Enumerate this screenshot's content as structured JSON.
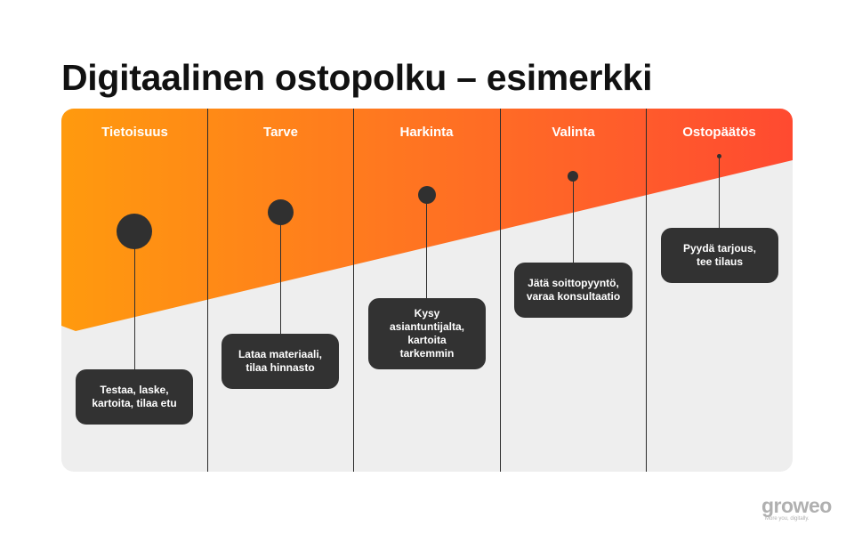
{
  "title": "Digitaalinen ostopolku – esimerkki",
  "stages": [
    {
      "label": "Tietoisuus",
      "action": "Testaa, laske,\nkartoita, tilaa etu"
    },
    {
      "label": "Tarve",
      "action": "Lataa materiaali,\ntilaa hinnasto"
    },
    {
      "label": "Harkinta",
      "action": "Kysy\nasiantuntijalta,\nkartoita\ntarkemmin"
    },
    {
      "label": "Valinta",
      "action": "Jätä soittopyyntö,\nvaraa konsultaatio"
    },
    {
      "label": "Ostopäätös",
      "action": "Pyydä tarjous,\ntee tilaus"
    }
  ],
  "colors": {
    "gradient_start": "#ff9a0e",
    "gradient_end": "#ff4a30",
    "panel": "#eeeeee",
    "card": "#323232",
    "dot": "#303030"
  },
  "logo": {
    "wordmark": "groweo",
    "tagline": "More you, digitally."
  }
}
